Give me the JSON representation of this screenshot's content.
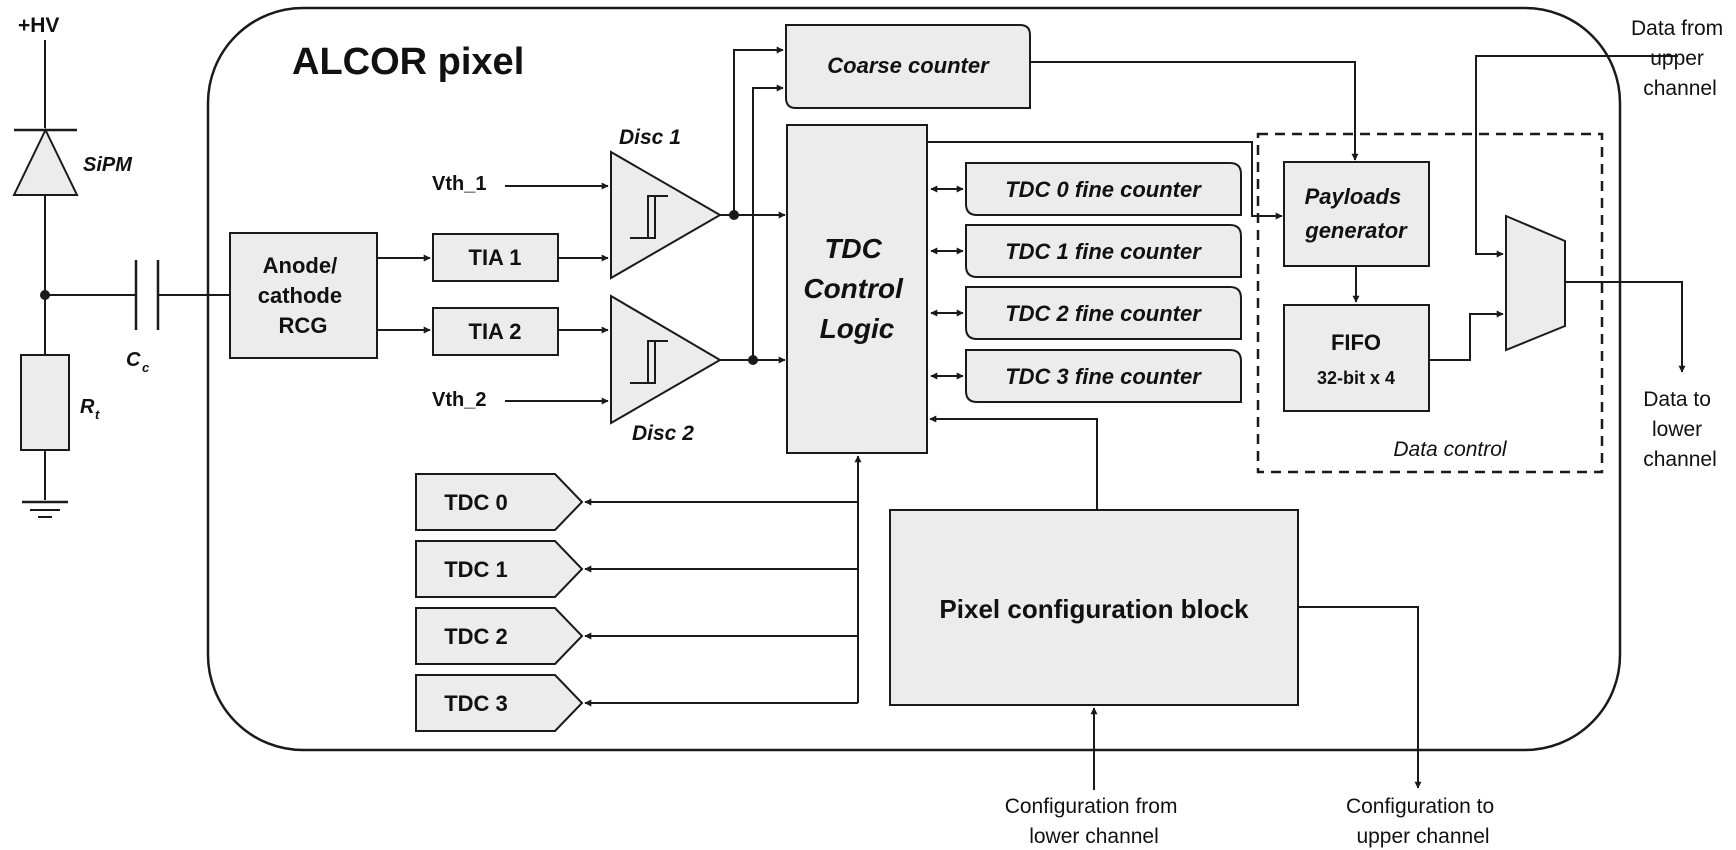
{
  "diagram": {
    "title": "ALCOR pixel",
    "external": {
      "hv": "+HV",
      "sipm": "SiPM",
      "cc_main": "C",
      "cc_sub": "c",
      "rt_main": "R",
      "rt_sub": "t",
      "data_from_upper": [
        "Data from",
        "upper",
        "channel"
      ],
      "data_to_lower": [
        "Data to",
        "lower",
        "channel"
      ],
      "config_from_lower": [
        "Configuration from",
        "lower channel"
      ],
      "config_to_upper": [
        "Configuration to",
        "upper channel"
      ]
    },
    "blocks": {
      "anode_rcg": [
        "Anode/",
        "cathode",
        "RCG"
      ],
      "tia1": "TIA 1",
      "tia2": "TIA 2",
      "vth1": "Vth_1",
      "vth2": "Vth_2",
      "disc1": "Disc 1",
      "disc2": "Disc 2",
      "coarse_counter": "Coarse counter",
      "tdc_control_logic": [
        "TDC",
        "Control",
        "Logic"
      ],
      "fine_counters": [
        "TDC 0 fine counter",
        "TDC 1 fine counter",
        "TDC 2 fine counter",
        "TDC 3 fine counter"
      ],
      "payloads_generator": [
        "Payloads",
        "generator"
      ],
      "fifo": "FIFO",
      "fifo_detail": "32-bit x 4",
      "data_control": "Data control",
      "tdcs": [
        "TDC 0",
        "TDC 1",
        "TDC 2",
        "TDC 3"
      ],
      "pixel_config_block": "Pixel configuration block"
    }
  }
}
